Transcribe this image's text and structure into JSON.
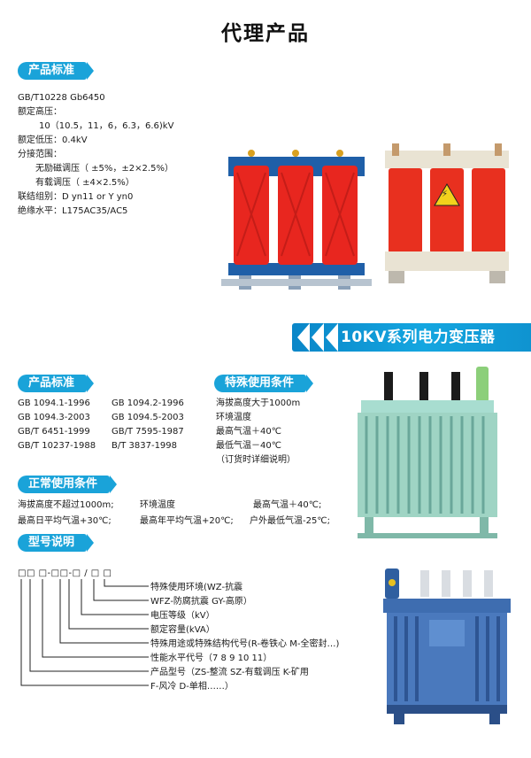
{
  "page": {
    "title": "代理产品"
  },
  "top": {
    "section_label": "产品标准",
    "lines": [
      "GB/T10228   Gb6450",
      "额定高压：",
      "10（10.5，11，6，6.3，6.6)kV",
      "额定低压：0.4kV",
      "分接范围：",
      "无励磁调压（ ±5%，±2×2.5%）",
      "有载调压（ ±4×2.5%）",
      "联结组别：D yn11 or Y yn0",
      "绝缘水平：L175AC35/AC5"
    ]
  },
  "banner": {
    "label": "10KV系列电力变压器"
  },
  "standards": {
    "section_label": "产品标准",
    "items": [
      [
        "GB 1094.1-1996",
        "GB 1094.2-1996"
      ],
      [
        "GB 1094.3-2003",
        "GB 1094.5-2003"
      ],
      [
        "GB/T 6451-1999",
        "GB/T 7595-1987"
      ],
      [
        "GB/T 10237-1988",
        "B/T 3837-1998"
      ]
    ]
  },
  "special": {
    "section_label": "特殊使用条件",
    "lines": [
      "海拔高度大于1000m",
      "环境温度",
      "最高气温＋40℃",
      "最低气温－40℃",
      "（订货时详细说明）"
    ]
  },
  "normal": {
    "section_label": "正常使用条件",
    "row1": [
      "海拔高度不超过1000m;",
      "环境温度",
      "最高气温＋40℃;"
    ],
    "row2": [
      "最高日平均气温+30℃;",
      "最高年平均气温+20℃;",
      "户外最低气温-25℃;"
    ]
  },
  "model": {
    "section_label": "型号说明",
    "code": "□□ □-□□-□ / □ □",
    "items": [
      "特殊使用环境(WZ-抗震",
      "WFZ-防腐抗震 GY-高原）",
      "电压等级（kV）",
      "额定容量(kVA）",
      "特殊用途或特殊结构代号(R-卷铁心 M-全密封…)",
      "性能水平代号（7 8 9 10 11）",
      "产品型号（ZS-整流  SZ-有载调压  K-矿用",
      "F-风冷  D-单相……）"
    ]
  },
  "images": {
    "warning_sign": "⚡"
  },
  "colors": {
    "accent": "#1aa3d9",
    "banner": "#0f93d0",
    "coil_red": "#e8261f",
    "frame_blue": "#1f5fa8",
    "tank_green": "#9fd4c4"
  }
}
